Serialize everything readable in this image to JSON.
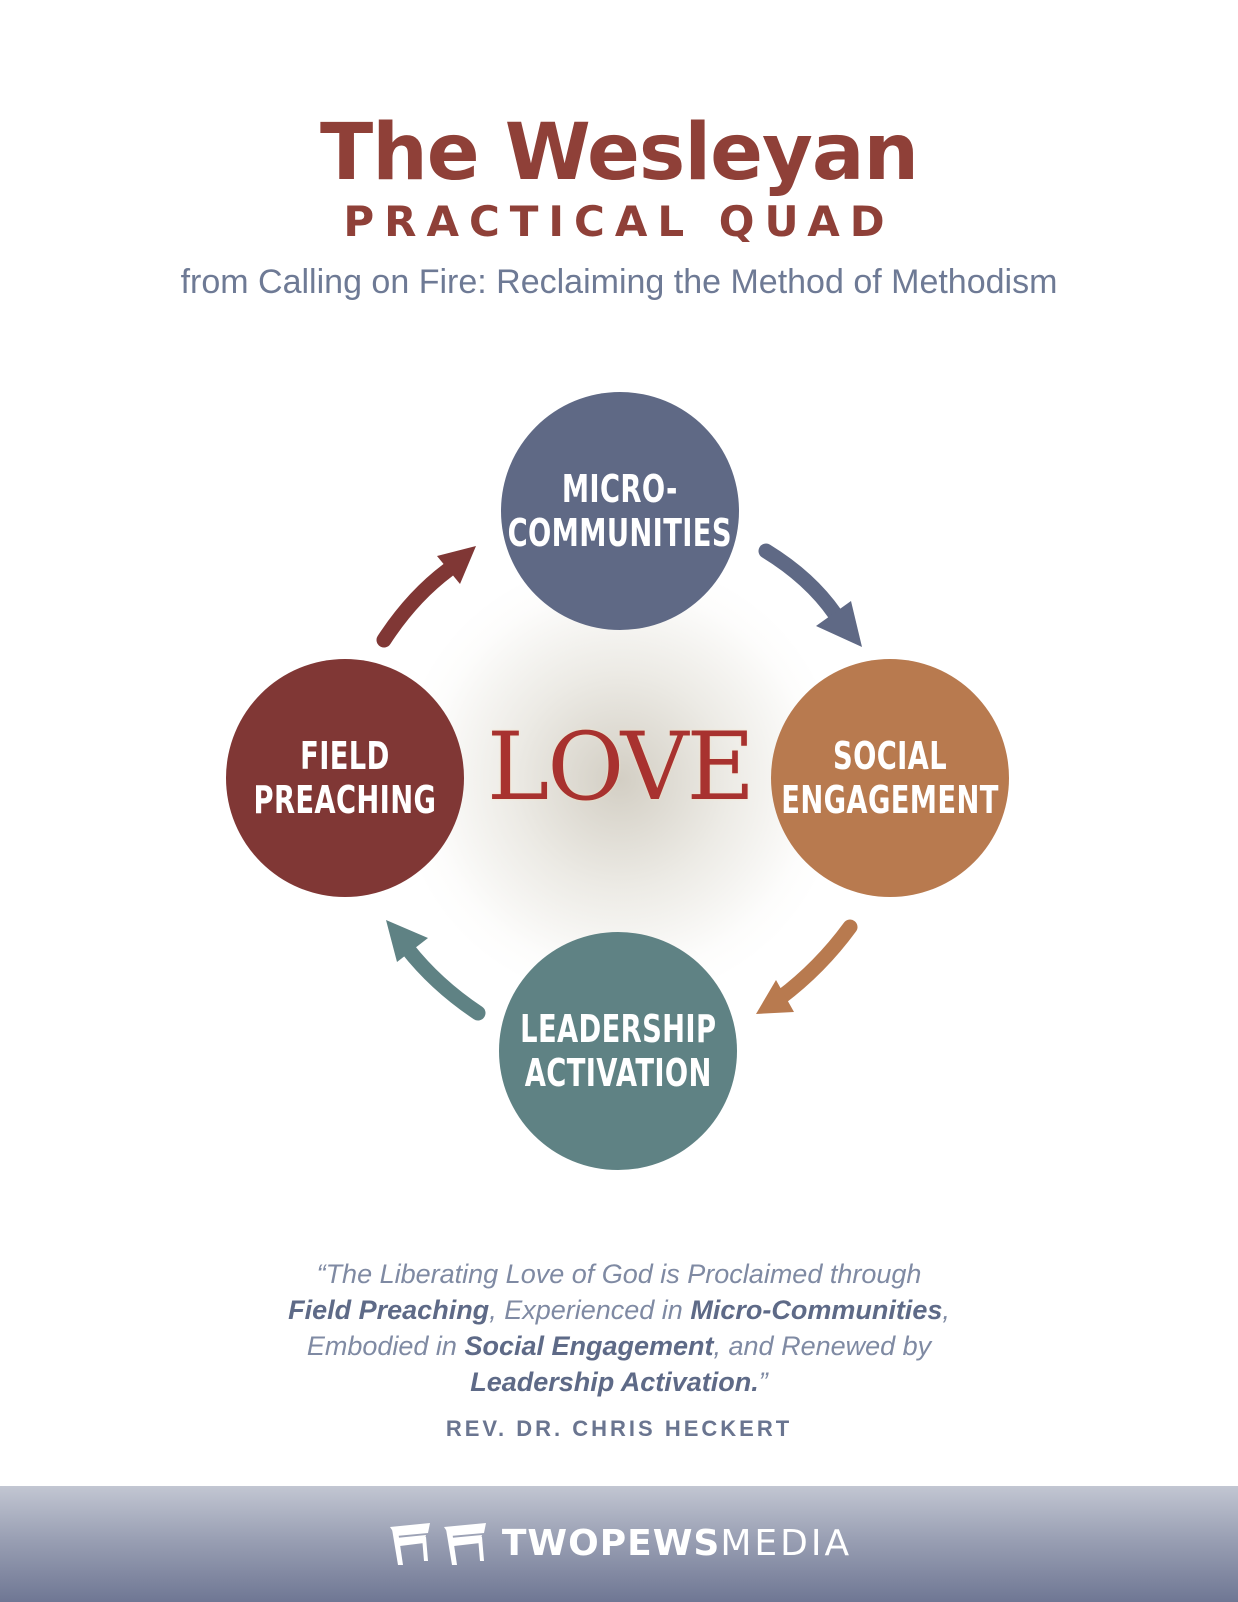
{
  "header": {
    "title": "The Wesleyan",
    "subtitle": "PRACTICAL QUAD",
    "source": "from Calling on Fire: Reclaiming the Method of Methodism"
  },
  "diagram": {
    "center": "LOVE",
    "nodes": [
      {
        "id": "micro",
        "line1": "MICRO-",
        "line2": "COMMUNITIES",
        "color": "#5f6985"
      },
      {
        "id": "social",
        "line1": "SOCIAL",
        "line2": "ENGAGEMENT",
        "color": "#b87a4f"
      },
      {
        "id": "lead",
        "line1": "LEADERSHIP",
        "line2": "ACTIVATION",
        "color": "#5f8284"
      },
      {
        "id": "field",
        "line1": "FIELD",
        "line2": "PREACHING",
        "color": "#803735"
      }
    ],
    "arrow_colors": {
      "micro_to_social": "#5f6985",
      "social_to_lead": "#b87a4f",
      "lead_to_field": "#5f8284",
      "field_to_micro": "#803735"
    }
  },
  "quote": {
    "p1": "“The Liberating Love of God is Proclaimed through",
    "b1": "Field Preaching",
    "p2": ", Experienced in",
    "b2": "Micro-Communities",
    "p3": ",",
    "p4": "Embodied in",
    "b3": "Social Engagement",
    "p5": ", and Renewed by",
    "b4": "Leadership Activation.",
    "p6": "”",
    "author": "REV. DR. CHRIS HECKERT"
  },
  "footer": {
    "brand_two": "TWO",
    "brand_pews": "PEWS",
    "brand_media": "MEDIA"
  }
}
